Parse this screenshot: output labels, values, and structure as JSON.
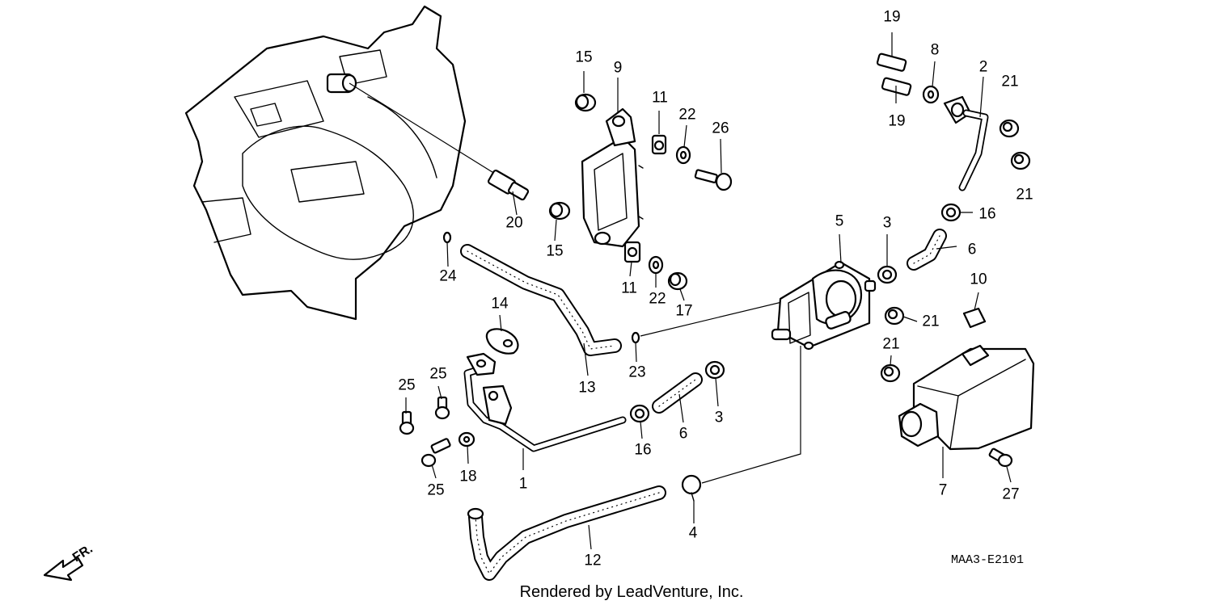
{
  "diagram": {
    "callouts": [
      "1",
      "2",
      "3",
      "3",
      "4",
      "5",
      "6",
      "6",
      "7",
      "8",
      "9",
      "10",
      "11",
      "11",
      "12",
      "13",
      "14",
      "15",
      "15",
      "16",
      "16",
      "17",
      "18",
      "19",
      "19",
      "20",
      "21",
      "21",
      "21",
      "21",
      "22",
      "22",
      "23",
      "24",
      "25",
      "25",
      "25",
      "26",
      "27"
    ],
    "diagram_code": "MAA3-E2101",
    "credit": "Rendered by LeadVenture, Inc.",
    "direction_label": "FR."
  }
}
